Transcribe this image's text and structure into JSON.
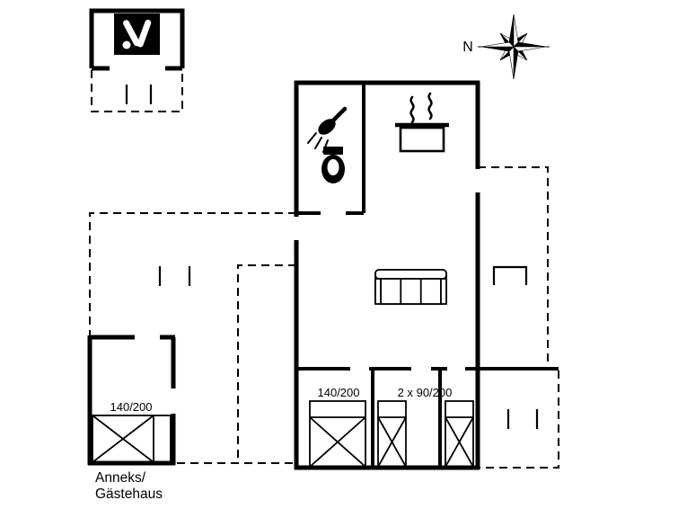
{
  "plan": {
    "compass": {
      "north_label": "N"
    },
    "annex": {
      "bed_size": "140/200",
      "title_line1": "Anneks/",
      "title_line2": "Gästehaus"
    },
    "bedrooms": {
      "double_bed_size": "140/200",
      "single_beds_size": "2 x 90/200"
    },
    "colors": {
      "wall": "#000000",
      "background": "#ffffff"
    },
    "icons": {
      "compass_rose": "compass-rose",
      "shower": "shower-icon",
      "toilet": "toilet-icon",
      "stove_pot": "steaming-pot-icon",
      "sofa": "sofa-icon",
      "tools": "utility-tools-icon",
      "bench": "bench-symbol",
      "bed": "bed-symbol"
    }
  }
}
